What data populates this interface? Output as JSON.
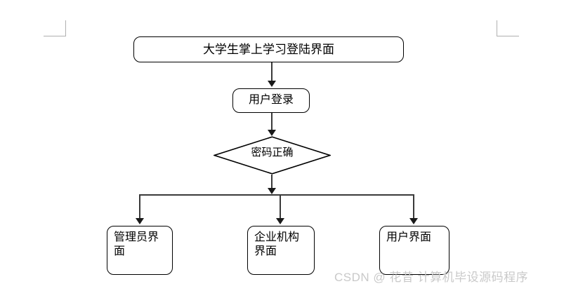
{
  "document": {
    "title_box": "大学生掌上学习登陆界面",
    "crop_marks": [
      "margin-corner-top-left",
      "margin-corner-top-right"
    ]
  },
  "flowchart": {
    "type": "flowchart",
    "orientation": "top-down",
    "nodes": [
      {
        "id": "title",
        "label": "大学生掌上学习登陆界面",
        "shape": "rounded-rectangle",
        "level": 0
      },
      {
        "id": "login",
        "label": "用户登录",
        "shape": "rounded-rectangle",
        "level": 1
      },
      {
        "id": "decision",
        "label": "密码正确",
        "shape": "diamond",
        "level": 2
      },
      {
        "id": "admin",
        "label": "管理员界\n面",
        "shape": "rounded-rectangle",
        "level": 3
      },
      {
        "id": "org",
        "label": "企业机构\n界面",
        "shape": "rounded-rectangle",
        "level": 3
      },
      {
        "id": "user",
        "label": "用户界面",
        "shape": "rounded-rectangle",
        "level": 3
      }
    ],
    "edges": [
      {
        "from": "title",
        "to": "login",
        "style": "arrow-down"
      },
      {
        "from": "login",
        "to": "decision",
        "style": "arrow-down"
      },
      {
        "from": "decision",
        "to": "bus",
        "style": "arrow-down"
      },
      {
        "from": "bus",
        "to": "admin",
        "style": "arrow-down"
      },
      {
        "from": "bus",
        "to": "org",
        "style": "arrow-down"
      },
      {
        "from": "bus",
        "to": "user",
        "style": "arrow-down"
      }
    ],
    "colors": {
      "node_border": "#000000",
      "node_fill": "#ffffff",
      "connector": "#3a3a3a",
      "text": "#000000",
      "crop_mark": "#b0b0b0"
    }
  },
  "watermark": {
    "text": "CSDN @ 花昔 计算机毕设源码程序",
    "color": "#c9c9c9"
  }
}
